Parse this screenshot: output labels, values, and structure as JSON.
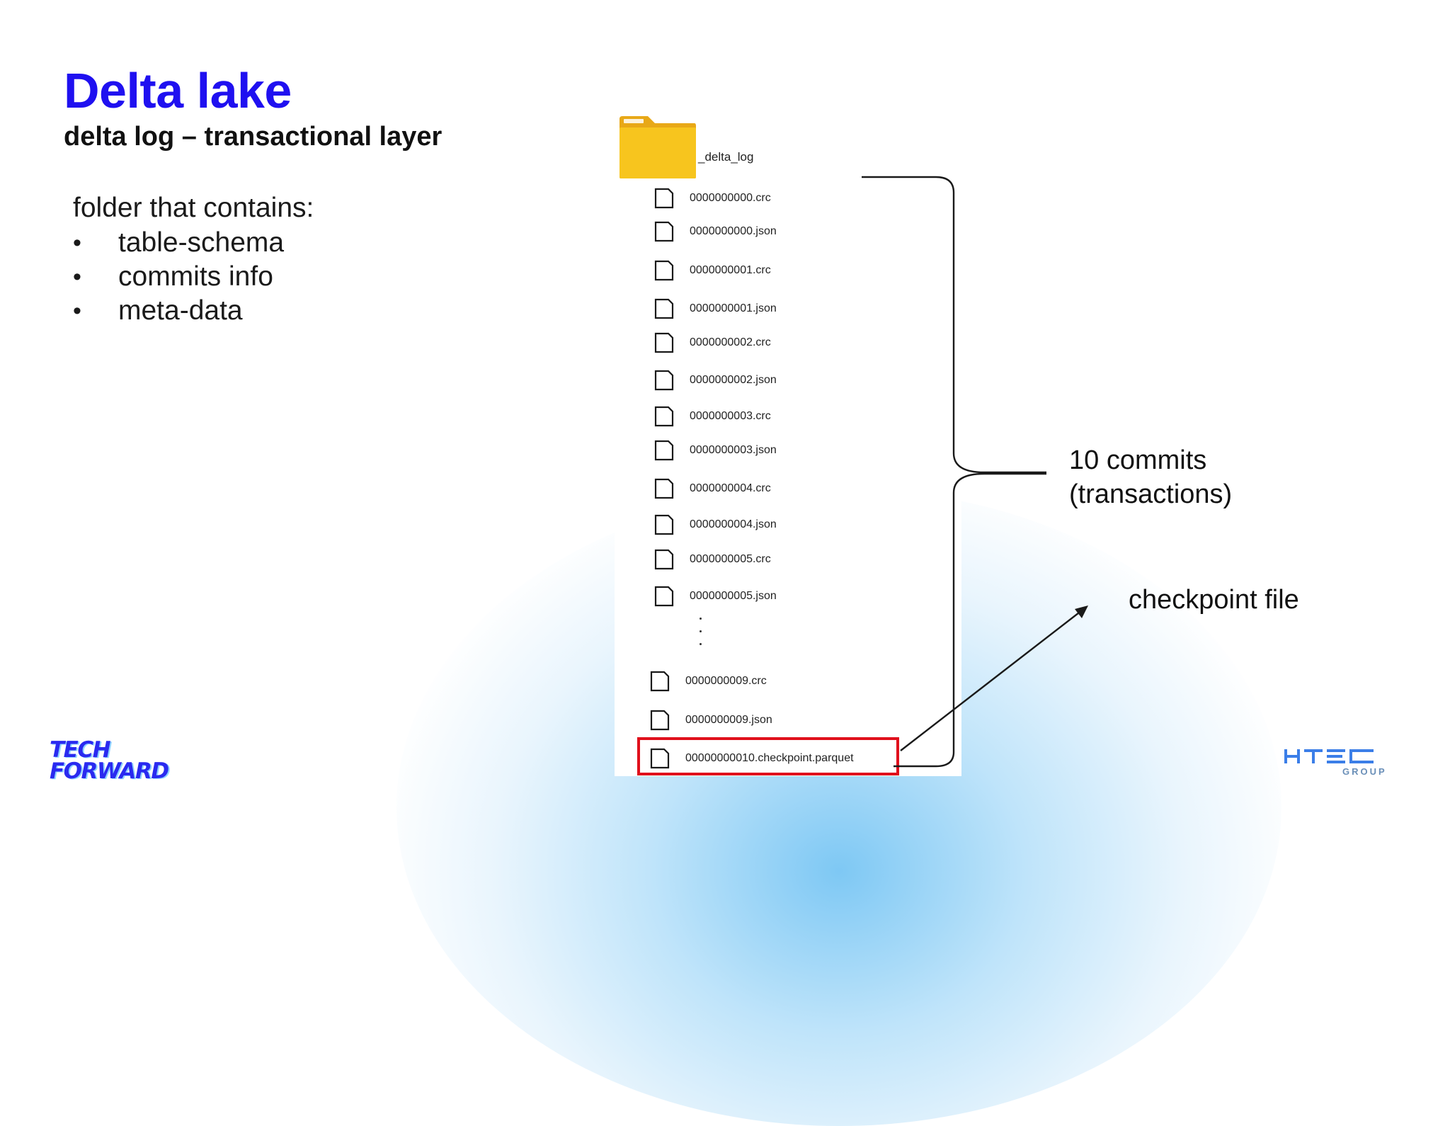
{
  "slide": {
    "title": "Delta lake",
    "subtitle": "delta log – transactional layer"
  },
  "description": {
    "heading": "folder that contains:",
    "bullets": [
      "table-schema",
      "commits info",
      "meta-data"
    ],
    "bullet_symbol": "•"
  },
  "file_tree": {
    "folder": {
      "name": "_delta_log",
      "icon": "folder-icon",
      "color": "#f7c51e"
    },
    "files": [
      {
        "name": "0000000000.crc",
        "icon": "file-icon"
      },
      {
        "name": "0000000000.json",
        "icon": "file-icon"
      },
      {
        "name": "0000000001.crc",
        "icon": "file-icon"
      },
      {
        "name": "0000000001.json",
        "icon": "file-icon"
      },
      {
        "name": "0000000002.crc",
        "icon": "file-icon"
      },
      {
        "name": "0000000002.json",
        "icon": "file-icon"
      },
      {
        "name": "0000000003.crc",
        "icon": "file-icon"
      },
      {
        "name": "0000000003.json",
        "icon": "file-icon"
      },
      {
        "name": "0000000004.crc",
        "icon": "file-icon"
      },
      {
        "name": "0000000004.json",
        "icon": "file-icon"
      },
      {
        "name": "0000000005.crc",
        "icon": "file-icon"
      },
      {
        "name": "0000000005.json",
        "icon": "file-icon"
      },
      {
        "name": "0000000009.crc",
        "icon": "file-icon"
      },
      {
        "name": "0000000009.json",
        "icon": "file-icon"
      },
      {
        "name": "00000000010.checkpoint.parquet",
        "icon": "file-icon",
        "highlighted": true
      }
    ],
    "highlight_color": "#e0101c"
  },
  "annotations": {
    "commits_lines": [
      "10 commits",
      "(transactions)"
    ],
    "checkpoint": "checkpoint file"
  },
  "logos": {
    "tech_forward": [
      "TECH",
      "FORWARD"
    ],
    "htec_group": "GROUP"
  },
  "colors": {
    "title": "#1f10f0",
    "text": "#111111",
    "glow": "#7ec8f4"
  }
}
